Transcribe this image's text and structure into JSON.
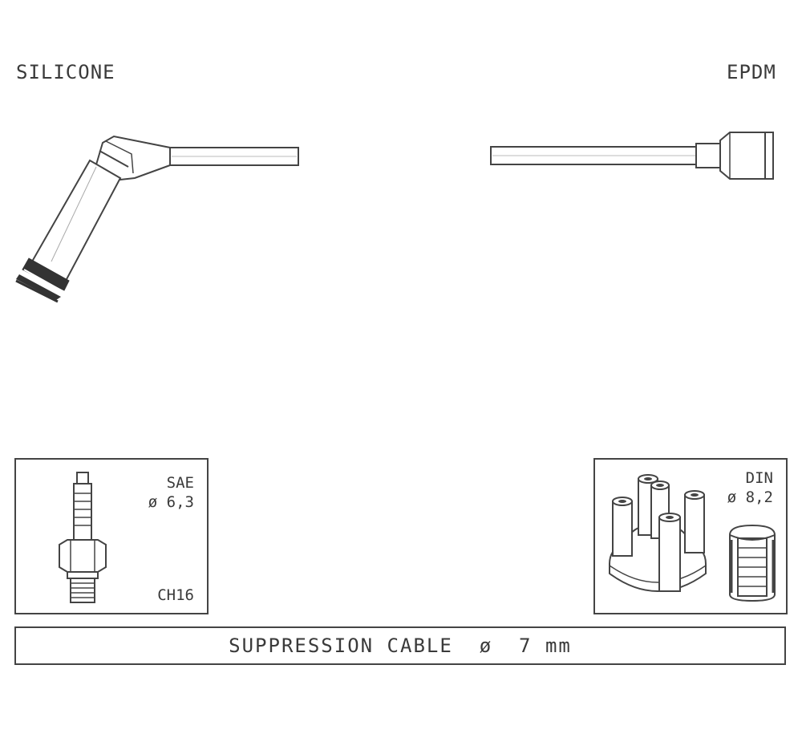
{
  "labels": {
    "left_material": "SILICONE",
    "right_material": "EPDM"
  },
  "spark_plug_box": {
    "standard": "SAE",
    "diameter": "ø 6,3",
    "code": "CH16"
  },
  "distributor_box": {
    "standard": "DIN",
    "diameter": "ø 8,2"
  },
  "cable": {
    "text": "SUPPRESSION CABLE  ø  7 mm"
  },
  "colors": {
    "line": "#444444",
    "dark_fill": "#333333"
  }
}
